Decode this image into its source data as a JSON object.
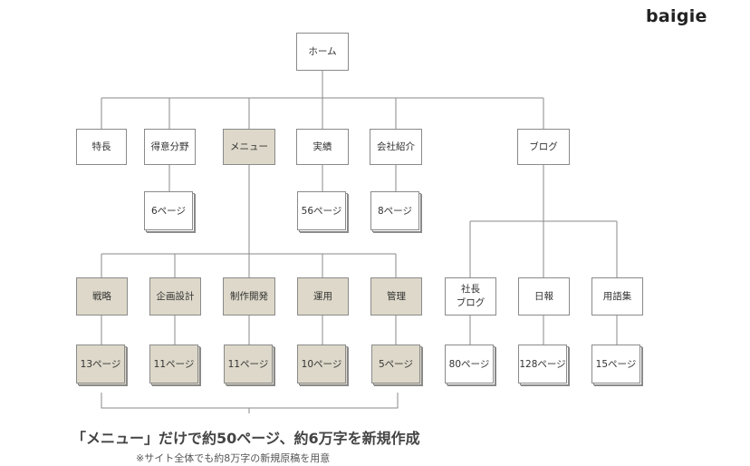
{
  "brand": "baigie",
  "nodes": {
    "home": "ホーム",
    "features": "特長",
    "specialties": "得意分野",
    "menu": "メニュー",
    "results": "実績",
    "company": "会社紹介",
    "blog": "ブログ",
    "strategy": "戦略",
    "planning": "企画設計",
    "production": "制作開発",
    "operation": "運用",
    "management": "管理",
    "ceo_blog_line1": "社長",
    "ceo_blog_line2": "ブログ",
    "daily_report": "日報",
    "glossary": "用語集"
  },
  "pages": {
    "specialties": "6ページ",
    "results": "56ページ",
    "company": "8ページ",
    "strategy": "13ページ",
    "planning": "11ページ",
    "production": "11ページ",
    "operation": "10ページ",
    "management": "5ページ",
    "ceo_blog": "80ページ",
    "daily_report": "128ページ",
    "glossary": "15ページ"
  },
  "caption": {
    "main": "「メニュー」だけで約50ページ、約6万字を新規作成",
    "sub": "※サイト全体でも約8万字の新規原稿を用意"
  },
  "colors": {
    "highlight": "#ddd8c9",
    "line": "#8a8a8a",
    "background": "#ffffff"
  }
}
